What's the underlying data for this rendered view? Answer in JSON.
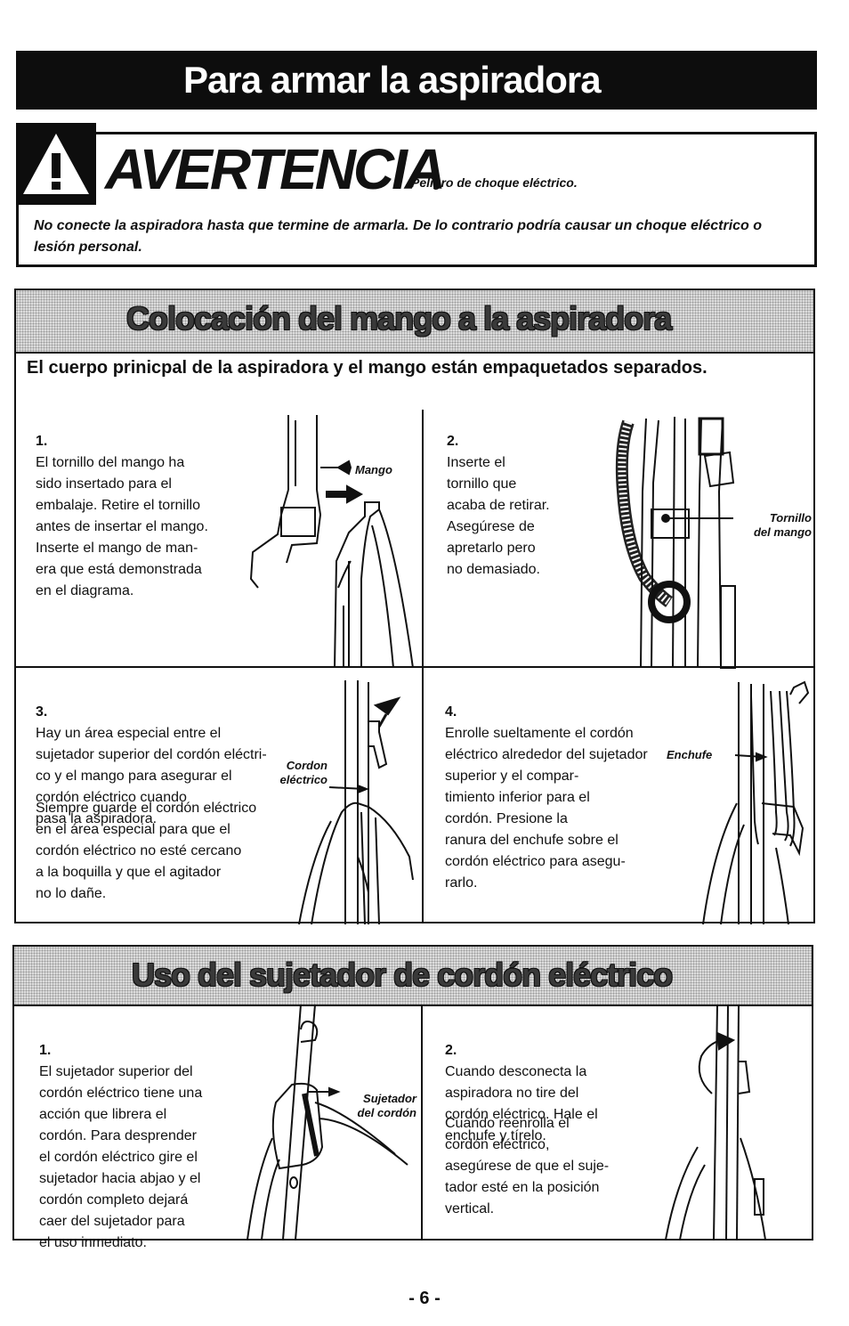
{
  "page_title": "Para armar la aspiradora",
  "warning": {
    "heading": "AVERTENCIA",
    "subheading": "Peligro de choque eléctrico.",
    "text": "No conecte la aspiradora hasta que termine de armarla. De lo contrario podría causar un choque eléctrico o lesión personal."
  },
  "section1": {
    "title": "Colocación del mango a la aspiradora",
    "intro": "El cuerpo prinicpal de la aspiradora y el mango están empaquetados separados.",
    "step1": {
      "number": "1.",
      "text": "El tornillo del mango ha\nsido insertado para el\nembalaje. Retire el tornillo\nantes de insertar el mango.\nInserte el mango de man-\nera que está demonstrada\nen el diagrama.",
      "label": "Mango"
    },
    "step2": {
      "number": "2.",
      "text": "Inserte el\ntornillo que\nacaba de retirar.\nAsegúrese de\napretarlo pero\nno demasiado.",
      "label": "Tornillo\ndel mango"
    },
    "step3": {
      "number": "3.",
      "text": "Hay un área especial entre el\nsujetador superior del cordón eléctri-\nco y el mango para asegurar el\ncordón eléctrico cuando\npasa la aspiradora.",
      "text2": "Siempre guarde el cordón eléctrico\nen el área especial para que el\ncordón eléctrico no esté cercano\na la boquilla y que el agitador\nno lo dañe.",
      "label": "Cordon\neléctrico"
    },
    "step4": {
      "number": "4.",
      "text": "Enrolle sueltamente el cordón\neléctrico alrededor del sujetador\nsuperior y el compar-\ntimiento inferior para el\ncordón. Presione la\nranura del enchufe sobre el\ncordón eléctrico para asegu-\nrarlo.",
      "label": "Enchufe"
    }
  },
  "section2": {
    "title": "Uso del sujetador de cordón eléctrico",
    "step1": {
      "number": "1.",
      "text": "El sujetador superior del\ncordón eléctrico tiene una\nacción que librera el\ncordón. Para desprender\nel cordón eléctrico gire el\nsujetador hacia abjao y el\ncordón completo dejará\ncaer del sujetador para\nel uso inmediato.",
      "label": "Sujetador\ndel cordón"
    },
    "step2": {
      "number": "2.",
      "text": "Cuando desconecta la\naspiradora no tire del\ncordón eléctrico. Hale el\nenchufe y tírelo.",
      "text2": "Cuando reenrolla el\ncordón eléctrico,\nasegúrese de que el suje-\ntador esté en la posición\nvertical."
    }
  },
  "page_number": "- 6 -"
}
